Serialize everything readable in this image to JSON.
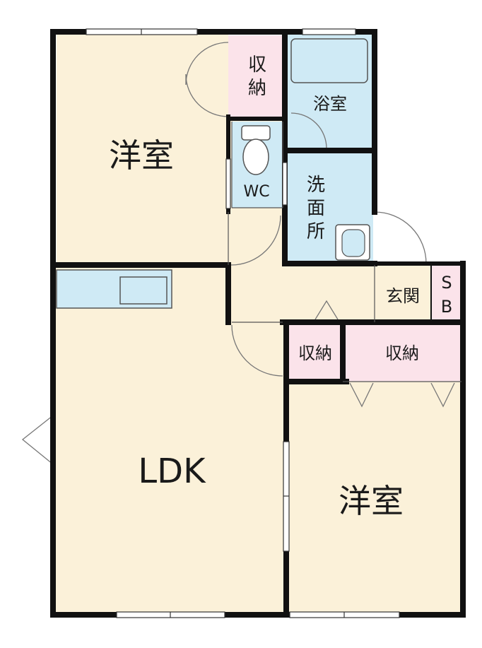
{
  "colors": {
    "wall": "#111111",
    "room_floor": "#fbf1d9",
    "wet_area": "#cfeaf5",
    "storage": "#fbe3ea",
    "entrance": "#fbf1d9",
    "window": "#ffffff",
    "door_line": "#777777"
  },
  "rooms": {
    "western_room_1": "洋室",
    "western_room_2": "洋室",
    "ldk": "LDK",
    "bathroom": "浴室",
    "toilet": "WC",
    "washroom_vertical": "洗面所",
    "closet_top_vertical": "収納",
    "closet_mid": "収納",
    "closet_right": "収納",
    "entrance": "玄関",
    "shoe_box_vertical": "SB"
  }
}
